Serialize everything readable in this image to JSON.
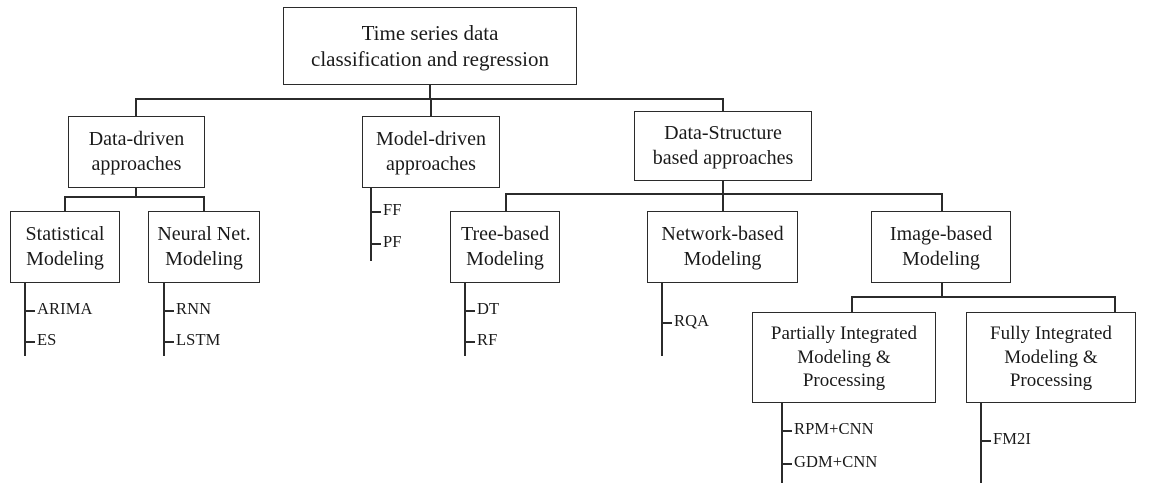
{
  "diagram": {
    "title": "Time series data classification and regression taxonomy",
    "type": "tree-hierarchy",
    "background_color": "#ffffff",
    "line_color": "#2b2b2b",
    "text_color": "#1a1a1a"
  },
  "nodes": {
    "root": {
      "line1": "Time series data",
      "line2": "classification and regression"
    },
    "data_driven": {
      "line1": "Data-driven",
      "line2": "approaches"
    },
    "model_driven": {
      "line1": "Model-driven",
      "line2": "approaches"
    },
    "data_structure": {
      "line1": "Data-Structure",
      "line2": "based approaches"
    },
    "statistical": {
      "line1": "Statistical",
      "line2": "Modeling"
    },
    "neural_net": {
      "line1": "Neural Net.",
      "line2": "Modeling"
    },
    "tree_based": {
      "line1": "Tree-based",
      "line2": "Modeling"
    },
    "network_based": {
      "line1": "Network-based",
      "line2": "Modeling"
    },
    "image_based": {
      "line1": "Image-based",
      "line2": "Modeling"
    },
    "partially_integrated": {
      "line1": "Partially Integrated",
      "line2": "Modeling &",
      "line3": "Processing"
    },
    "fully_integrated": {
      "line1": "Fully Integrated",
      "line2": "Modeling &",
      "line3": "Processing"
    }
  },
  "leaves": {
    "statistical": [
      "ARIMA",
      "ES"
    ],
    "neural_net": [
      "RNN",
      "LSTM"
    ],
    "model_driven": [
      "FF",
      "PF"
    ],
    "tree_based": [
      "DT",
      "RF"
    ],
    "network_based": [
      "RQA"
    ],
    "partially_integrated": [
      "RPM+CNN",
      "GDM+CNN"
    ],
    "fully_integrated": [
      "FM2I"
    ]
  }
}
